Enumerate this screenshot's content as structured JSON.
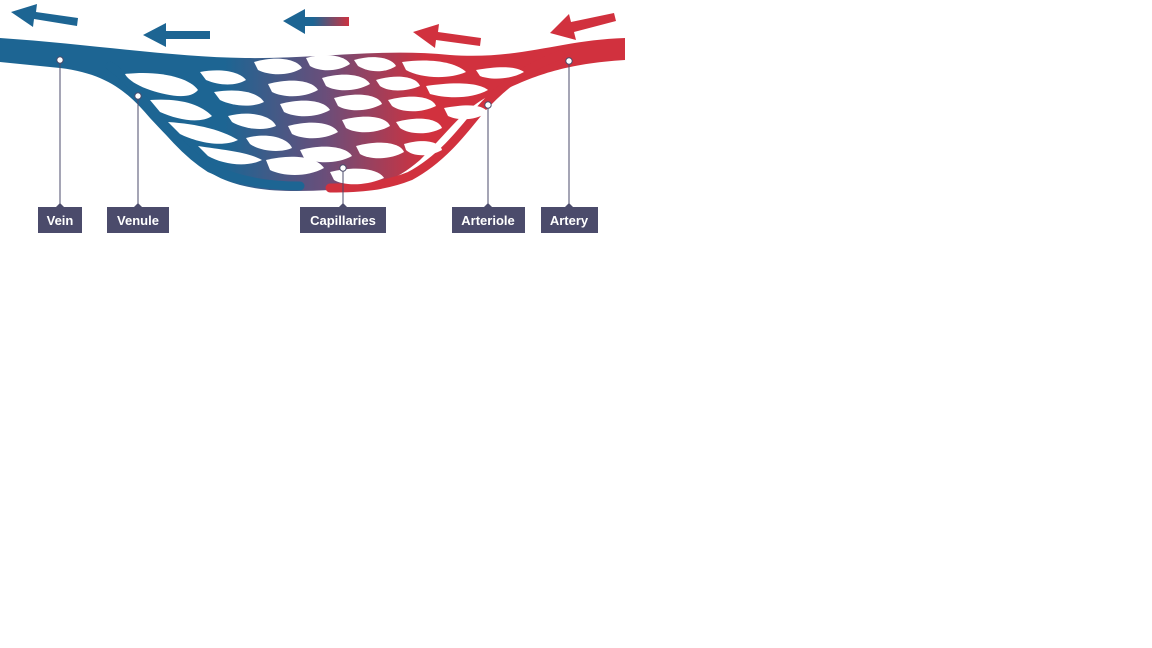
{
  "diagram": {
    "labels": {
      "vein": "Vein",
      "venule": "Venule",
      "capillaries": "Capillaries",
      "arteriole": "Arteriole",
      "artery": "Artery"
    },
    "colors": {
      "venous_blue": "#1d6593",
      "transition_purple": "#6a4e7a",
      "arterial_red": "#d1313e",
      "label_box": "#4b4b6b",
      "label_text": "#ffffff",
      "leader_line": "#4b4b6b"
    },
    "flow_direction": "right-to-left"
  }
}
